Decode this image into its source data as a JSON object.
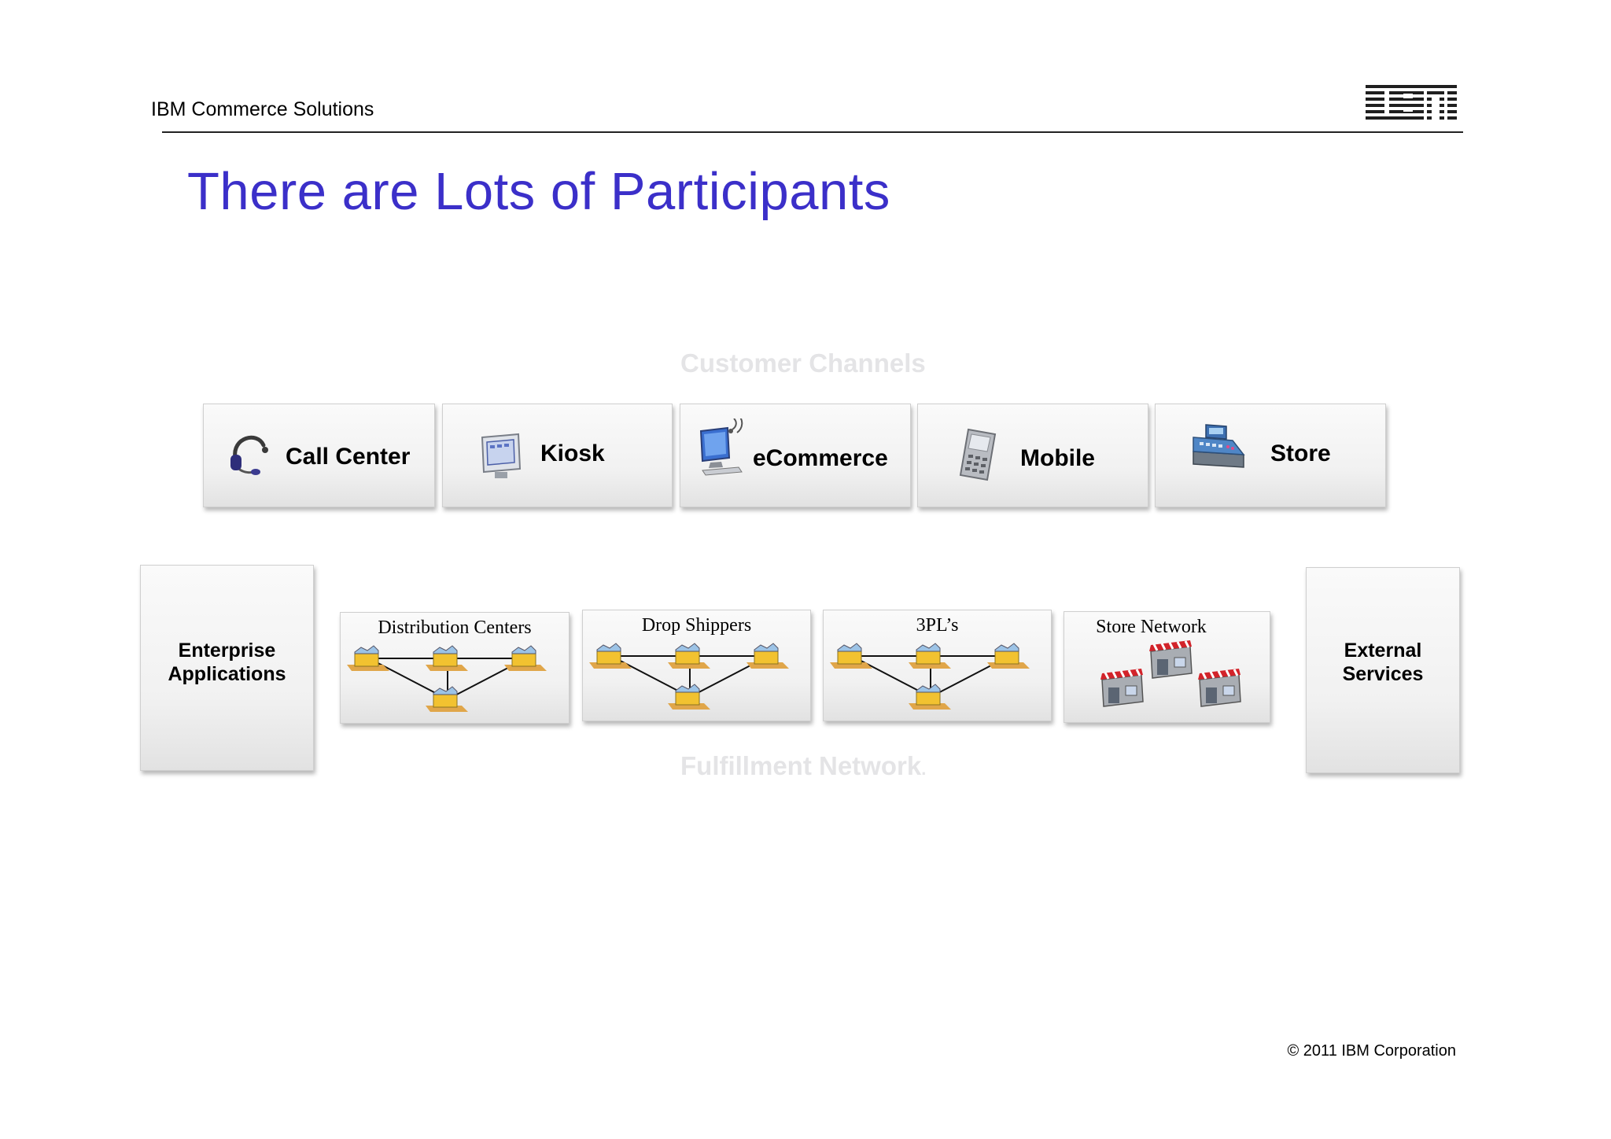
{
  "header": {
    "text": "IBM Commerce Solutions",
    "logo": "IBM"
  },
  "title": "There are Lots of Participants",
  "customer_channels": {
    "label": "Customer Channels",
    "items": [
      {
        "label": "Call Center",
        "icon": "headset-icon"
      },
      {
        "label": "Kiosk",
        "icon": "kiosk-icon"
      },
      {
        "label": "eCommerce",
        "icon": "computer-icon"
      },
      {
        "label": "Mobile",
        "icon": "mobile-phone-icon"
      },
      {
        "label": "Store",
        "icon": "cash-register-icon"
      }
    ]
  },
  "fulfillment_network": {
    "label": "Fulfillment Network",
    "label_suffix": ".",
    "left": {
      "line1": "Enterprise",
      "line2": "Applications"
    },
    "right": {
      "line1": "External",
      "line2": "Services"
    },
    "nodes": [
      {
        "label": "Distribution Centers",
        "icon": "warehouse-network-icon"
      },
      {
        "label": "Drop Shippers",
        "icon": "warehouse-network-icon"
      },
      {
        "label": "3PL’s",
        "icon": "warehouse-network-icon"
      },
      {
        "label": "Store Network",
        "icon": "storefront-icon"
      }
    ]
  },
  "colors": {
    "title": "#3b2fc9",
    "section_label": "#e4e4e6",
    "awning": "#d2232a",
    "warehouse": "#f2c230",
    "arrows": "#e0a64a"
  },
  "footer": "© 2011 IBM Corporation"
}
